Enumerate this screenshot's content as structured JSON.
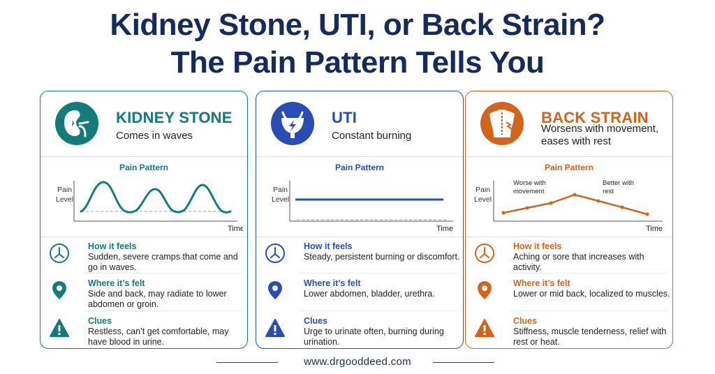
{
  "title": {
    "line1": "Kidney Stone, UTI, or Back Strain?",
    "line2": "The Pain Pattern Tells You"
  },
  "colors": {
    "title": "#172a5c",
    "kidney": "#137c79",
    "uti": "#2a4db3",
    "back": "#d4641c"
  },
  "cards": [
    {
      "name": "KIDNEY STONE",
      "subtitle": "Comes in waves",
      "icon": "kidney-icon",
      "pain_pattern_title": "Pain Pattern",
      "ylabel_line1": "Pain",
      "ylabel_line2": "Level",
      "xlabel": "Time",
      "rows": [
        {
          "heading": "How it feels",
          "text": "Sudden, severe cramps that come and go in waves.",
          "icon": "clock-icon"
        },
        {
          "heading": "Where it’s felt",
          "text": "Side and back, may radiate to lower abdomen or groin.",
          "icon": "location-pin-icon"
        },
        {
          "heading": "Clues",
          "text": "Restless, can’t get comfortable, may have blood in urine.",
          "icon": "warning-icon"
        }
      ]
    },
    {
      "name": "UTI",
      "subtitle": "Constant burning",
      "icon": "bladder-icon",
      "pain_pattern_title": "Pain Pattern",
      "ylabel_line1": "Pain",
      "ylabel_line2": "Level",
      "xlabel": "Time",
      "rows": [
        {
          "heading": "How it feels",
          "text": "Steady, persistent burning or discomfort.",
          "icon": "clock-icon"
        },
        {
          "heading": "Where it’s felt",
          "text": "Lower abdomen, bladder, urethra.",
          "icon": "location-pin-icon"
        },
        {
          "heading": "Clues",
          "text": "Urge to urinate often, burning during urination.",
          "icon": "warning-icon"
        }
      ]
    },
    {
      "name": "BACK STRAIN",
      "subtitle": "Worsens with movement, eases with rest",
      "icon": "back-icon",
      "pain_pattern_title": "Pain Pattern",
      "ylabel_line1": "Pain",
      "ylabel_line2": "Level",
      "xlabel": "Time",
      "annot_left_line1": "Worse with",
      "annot_left_line2": "movement",
      "annot_right_line1": "Better with",
      "annot_right_line2": "rest",
      "rows": [
        {
          "heading": "How it feels",
          "text": "Aching or sore that increases with activity.",
          "icon": "clock-icon"
        },
        {
          "heading": "Where it’s felt",
          "text": "Lower or mid back, localized to muscles.",
          "icon": "location-pin-icon"
        },
        {
          "heading": "Clues",
          "text": "Stiffness, muscle tenderness, relief with rest or heat.",
          "icon": "warning-icon"
        }
      ]
    }
  ],
  "footer": "www.drgooddeed.com"
}
